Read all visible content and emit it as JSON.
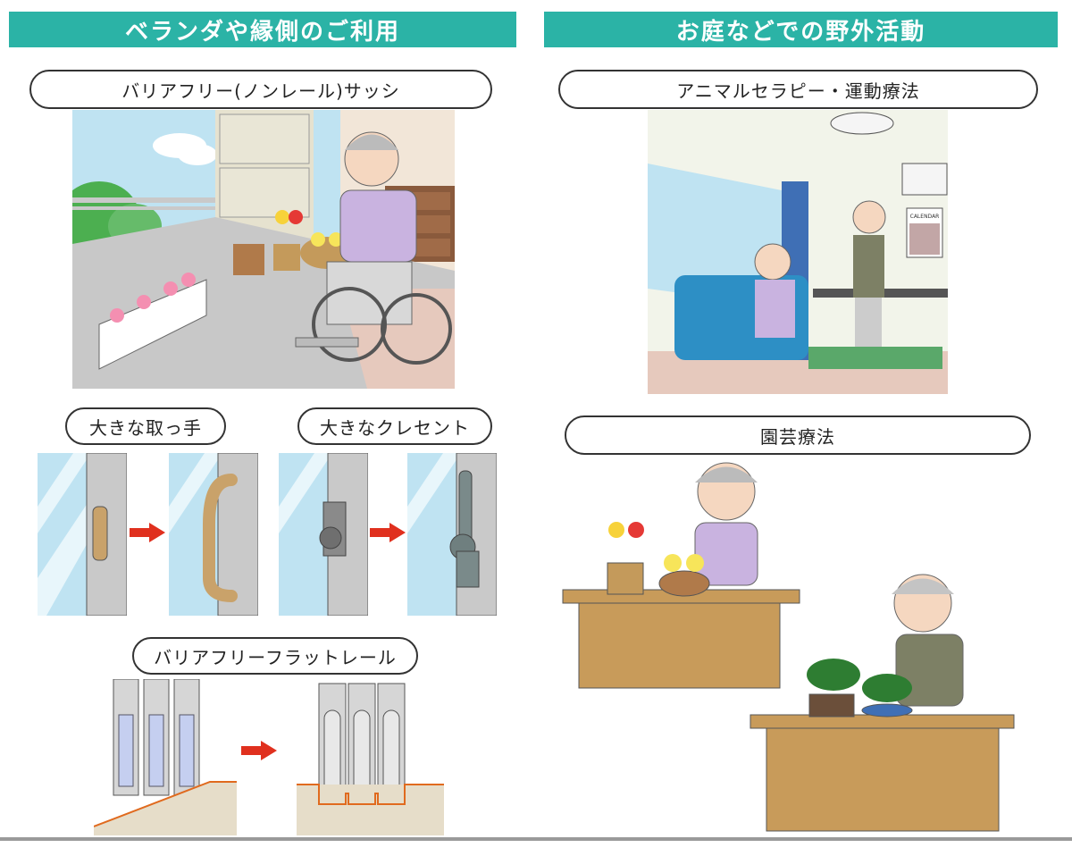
{
  "left": {
    "banner": "ベランダや縁側のご利用",
    "sash_label": "バリアフリー(ノンレール)サッシ",
    "handle_label": "大きな取っ手",
    "crescent_label": "大きなクレセント",
    "flatrail_label": "バリアフリーフラットレール"
  },
  "right": {
    "banner": "お庭などでの野外活動",
    "therapy_label": "アニマルセラピー・運動療法",
    "horticulture_label": "園芸療法",
    "calendar_text": "CALENDAR"
  },
  "colors": {
    "accent": "#2bb3a6",
    "arrow": "#e0301e",
    "glass": "#bfe3f2",
    "frame": "#c9c9c9"
  },
  "icons": [
    "wheelchair-icon",
    "arrow-right-icon",
    "flower-pot-icon",
    "bonsai-icon",
    "treadmill-icon"
  ]
}
